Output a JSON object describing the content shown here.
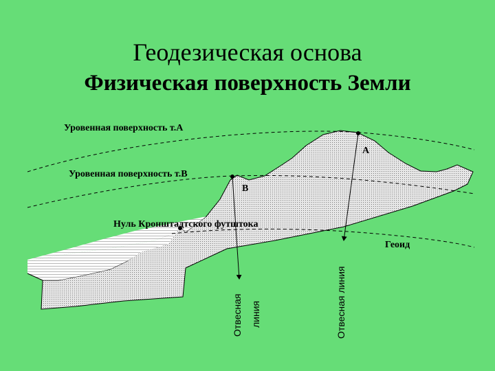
{
  "title": "Геодезическая основа",
  "subtitle": "Физическая поверхность Земли",
  "labels": {
    "level_a": "Уровенная поверхность т.А",
    "level_b": "Уровенная поверхность т.В",
    "point_a": "А",
    "point_b": "В",
    "kronstadt": "Нуль Кронштадтского футштока",
    "geoid": "Геоид",
    "plumb_b_line1": "Отвесная",
    "plumb_b_line2": "линия",
    "plumb_a": "Отвесная линия"
  },
  "colors": {
    "background": "#66dd77",
    "terrain": "#d9d9d9",
    "sea": "#ffffff"
  }
}
